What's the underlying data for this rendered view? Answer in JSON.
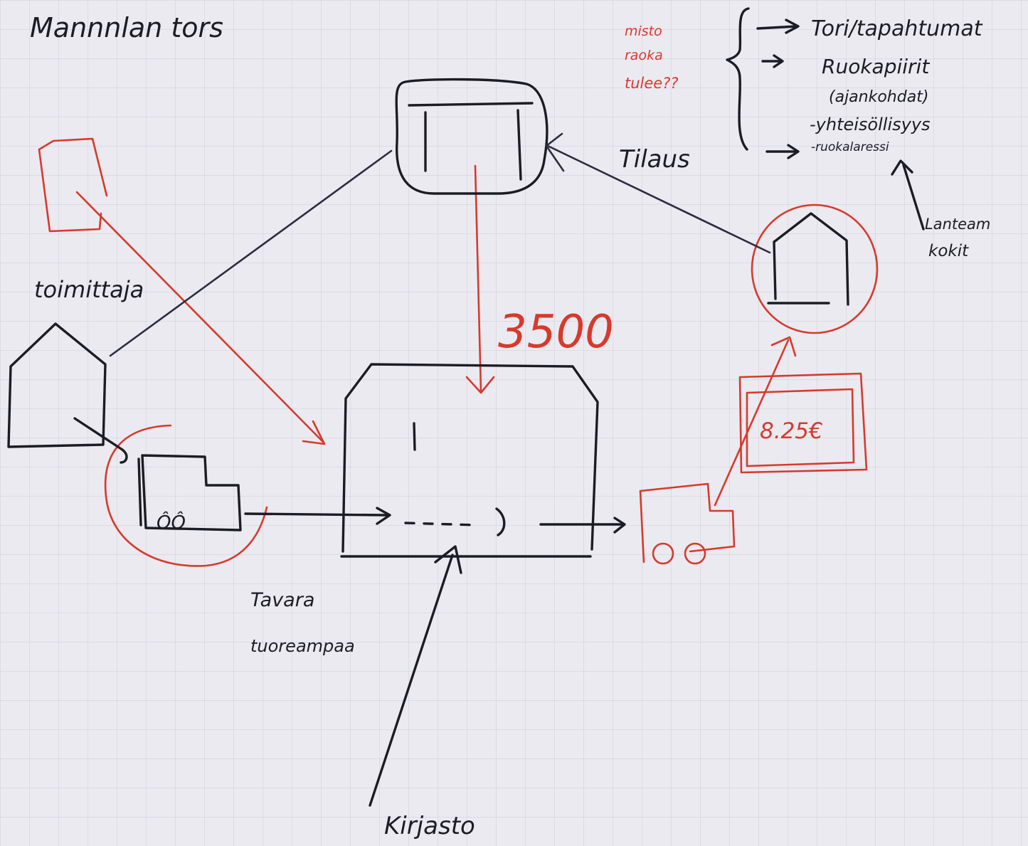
{
  "title": "Mannnlan tors",
  "annotations": {
    "question_lines": [
      "misto",
      "raoka",
      "tulee??"
    ],
    "bracket_items": [
      "Tori/tapahtumat",
      "Ruokapiirit",
      "(ajankohdat)",
      "-yhteisöllisyys",
      "-ruokalaressi"
    ],
    "tilaus": "Tilaus",
    "lanteam_line1": "Lanteam",
    "lanteam_line2": "kokit",
    "toimittaja": "toimittaja",
    "amount": "3500",
    "price": "8.25€",
    "tavara_line1": "Tavara",
    "tavara_line2": "tuoreampaa",
    "kirjasto": "Kirjasto"
  },
  "colors": {
    "paper": "#ebeaf1",
    "black_marker": "#1c1c24",
    "red_marker": "#d63a2c"
  }
}
